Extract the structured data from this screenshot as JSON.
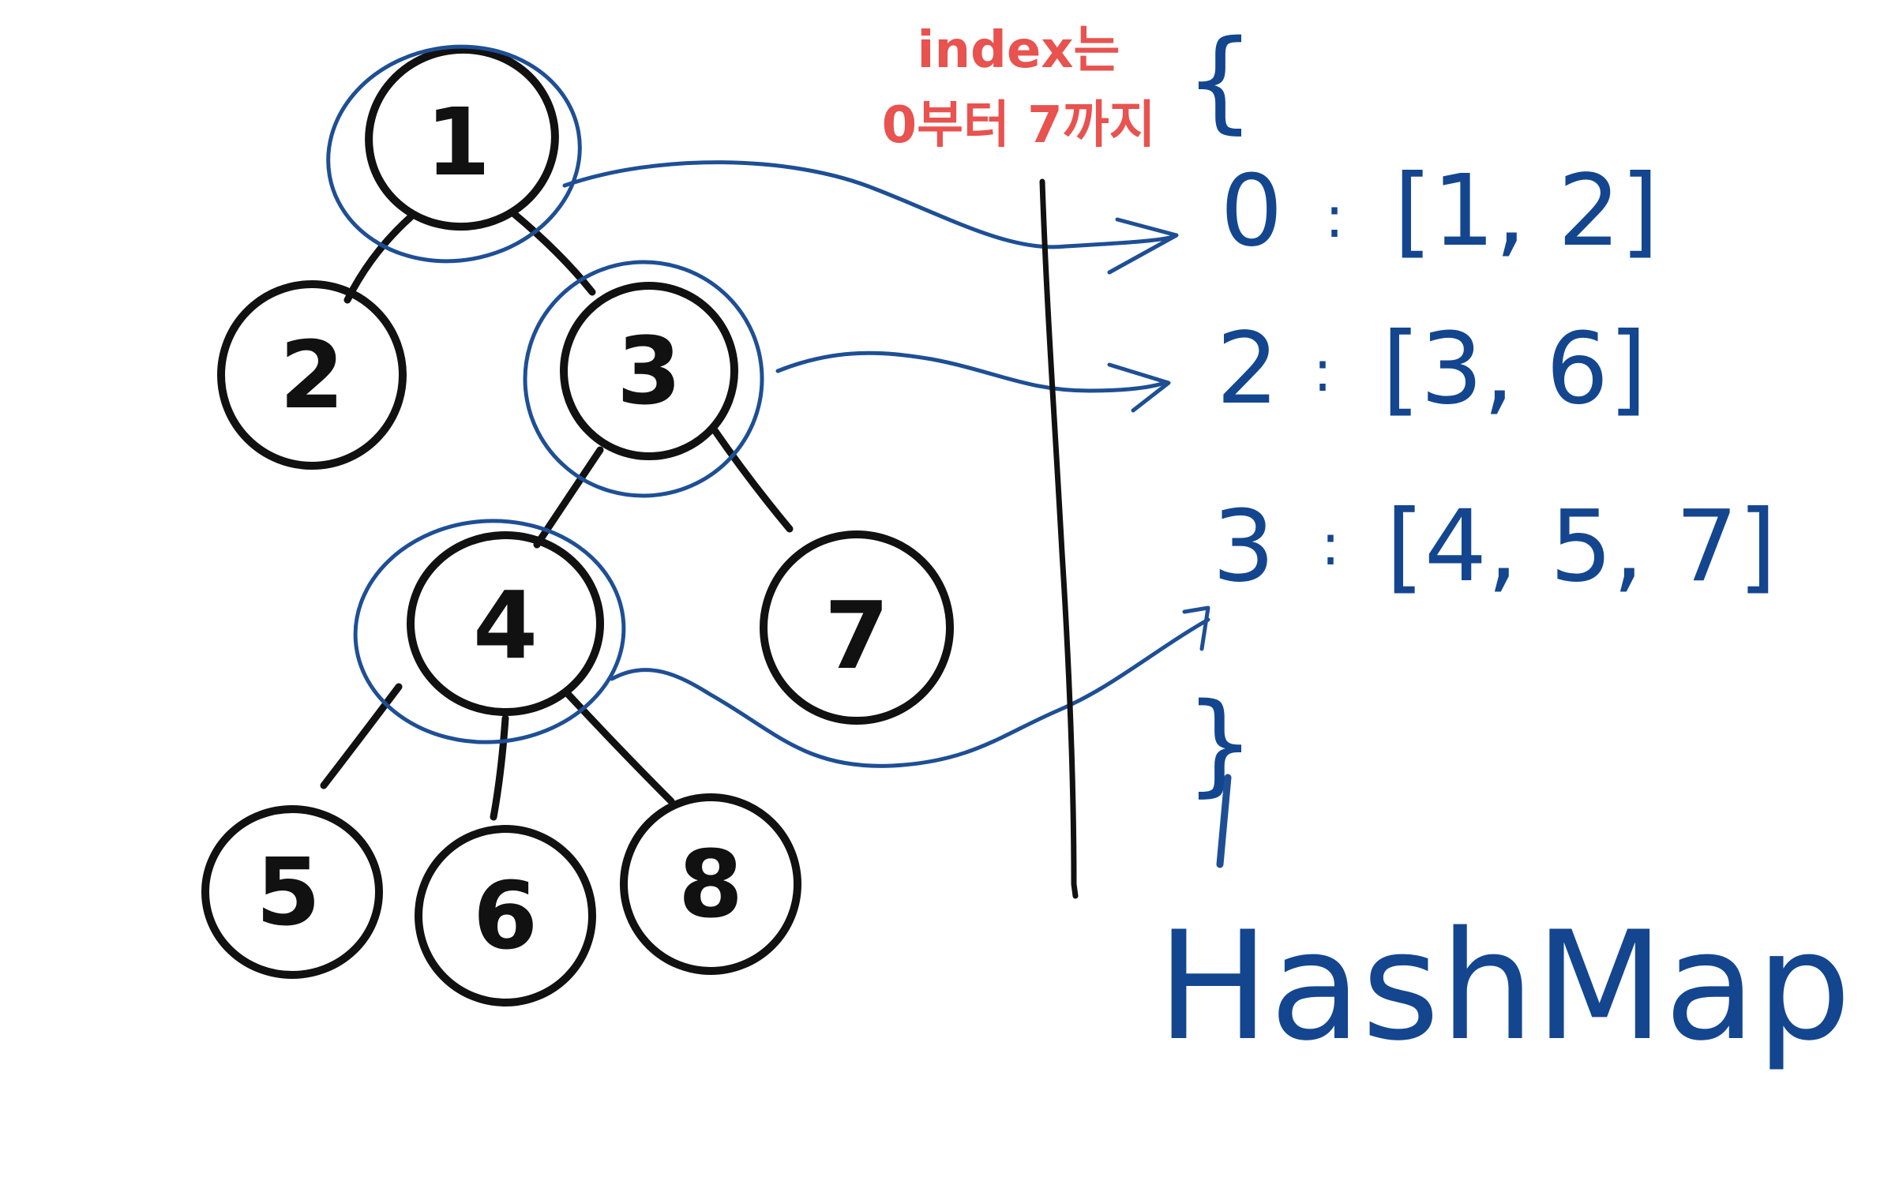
{
  "colors": {
    "ink": "#111111",
    "blue": "#1e4f95",
    "red": "#e8524f",
    "background": "#ffffff"
  },
  "note": {
    "line1": "index는",
    "line2": "0부터 7까지"
  },
  "tree": {
    "nodes": [
      {
        "id": "n1",
        "label": "1"
      },
      {
        "id": "n2",
        "label": "2"
      },
      {
        "id": "n3",
        "label": "3"
      },
      {
        "id": "n4",
        "label": "4"
      },
      {
        "id": "n5",
        "label": "5"
      },
      {
        "id": "n6",
        "label": "6"
      },
      {
        "id": "n7",
        "label": "7"
      },
      {
        "id": "n8",
        "label": "8"
      }
    ]
  },
  "hashmap": {
    "open_brace": "{",
    "close_brace": "}",
    "title": "HashMap",
    "entries": [
      {
        "key": "0",
        "sep": ":",
        "value": "[1, 2]"
      },
      {
        "key": "2",
        "sep": ":",
        "value": "[3, 6]"
      },
      {
        "key": "3",
        "sep": ":",
        "value": "[4, 5, 7]"
      }
    ]
  }
}
